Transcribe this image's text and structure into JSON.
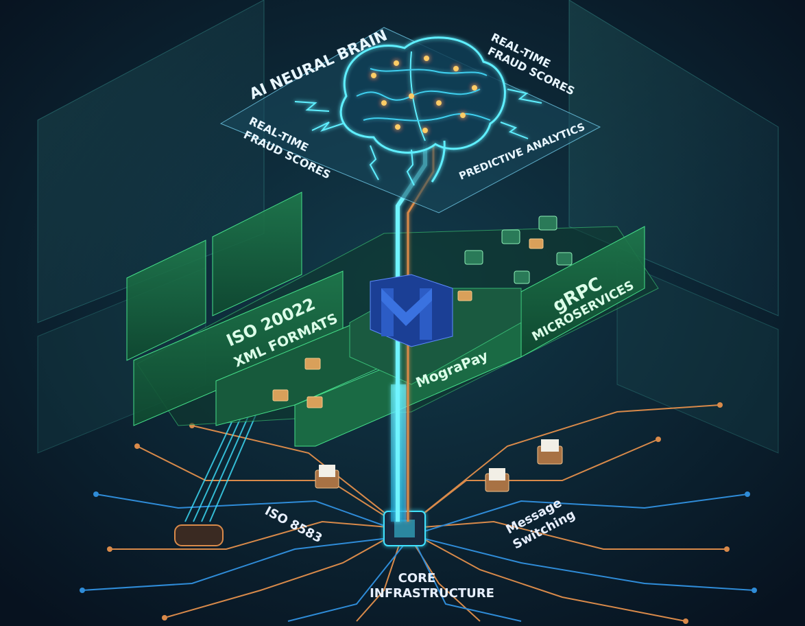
{
  "brain_layer": {
    "title": "AI NEURAL BRAIN",
    "left_label": [
      "REAL-TIME",
      "FRAUD SCORES"
    ],
    "right_label": [
      "REAL-TIME",
      "FRAUD SCORES"
    ],
    "analytics_label": "PREDICTIVE ANALYTICS"
  },
  "middle_layer": {
    "left_label": [
      "ISO 20022",
      "XML FORMATS"
    ],
    "right_label": [
      "gRPC",
      "MICROSERVICES"
    ],
    "center_label": "MograPay"
  },
  "core_layer": {
    "left_label": "ISO 8583",
    "right_label": [
      "Message",
      "Switching"
    ],
    "bottom_label": [
      "CORE",
      "INFRASTRUCTURE"
    ]
  },
  "colors": {
    "background": "#0a1a2e",
    "cyan": "#3fe3ff",
    "green": "#2fd27a",
    "copper": "#d98a4a",
    "blue": "#2c5cc5"
  }
}
